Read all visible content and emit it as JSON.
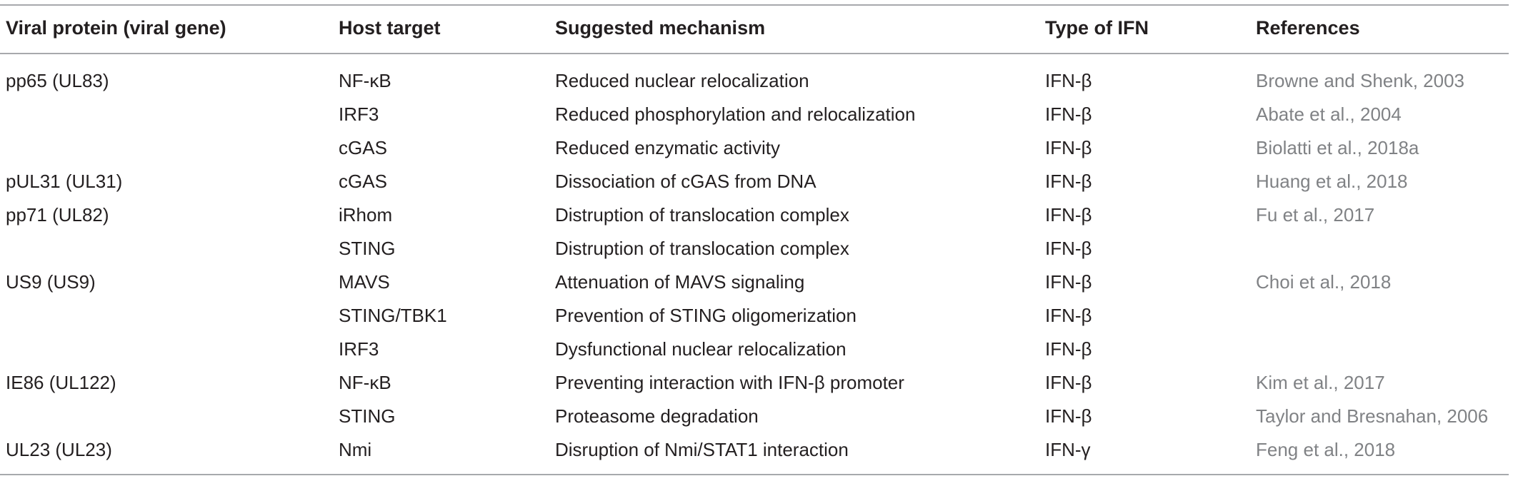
{
  "table": {
    "headers": [
      "Viral protein (viral gene)",
      "Host target",
      "Suggested mechanism",
      "Type of IFN",
      "References"
    ],
    "rows": [
      [
        "pp65 (UL83)",
        "NF-κB",
        "Reduced nuclear relocalization",
        "IFN-β",
        "Browne and Shenk, 2003"
      ],
      [
        "",
        "IRF3",
        "Reduced phosphorylation and relocalization",
        "IFN-β",
        "Abate et al., 2004"
      ],
      [
        "",
        "cGAS",
        "Reduced enzymatic activity",
        "IFN-β",
        "Biolatti et al., 2018a"
      ],
      [
        "pUL31 (UL31)",
        "cGAS",
        "Dissociation of cGAS from DNA",
        "IFN-β",
        "Huang et al., 2018"
      ],
      [
        "pp71 (UL82)",
        "iRhom",
        "Distruption of translocation complex",
        "IFN-β",
        "Fu et al., 2017"
      ],
      [
        "",
        "STING",
        "Distruption of translocation complex",
        "IFN-β",
        ""
      ],
      [
        "US9 (US9)",
        "MAVS",
        "Attenuation of MAVS signaling",
        "IFN-β",
        "Choi et al., 2018"
      ],
      [
        "",
        "STING/TBK1",
        "Prevention of STING oligomerization",
        "IFN-β",
        ""
      ],
      [
        "",
        "IRF3",
        "Dysfunctional nuclear relocalization",
        "IFN-β",
        ""
      ],
      [
        "IE86 (UL122)",
        "NF-κB",
        "Preventing interaction with IFN-β promoter",
        "IFN-β",
        "Kim et al., 2017"
      ],
      [
        "",
        "STING",
        "Proteasome degradation",
        "IFN-β",
        "Taylor and Bresnahan, 2006"
      ],
      [
        "UL23 (UL23)",
        "Nmi",
        "Disruption of Nmi/STAT1 interaction",
        "IFN-γ",
        "Feng et al., 2018"
      ]
    ]
  },
  "colors": {
    "text": "#231f20",
    "reference_text": "#808285",
    "rule": "#a7a9ac"
  }
}
